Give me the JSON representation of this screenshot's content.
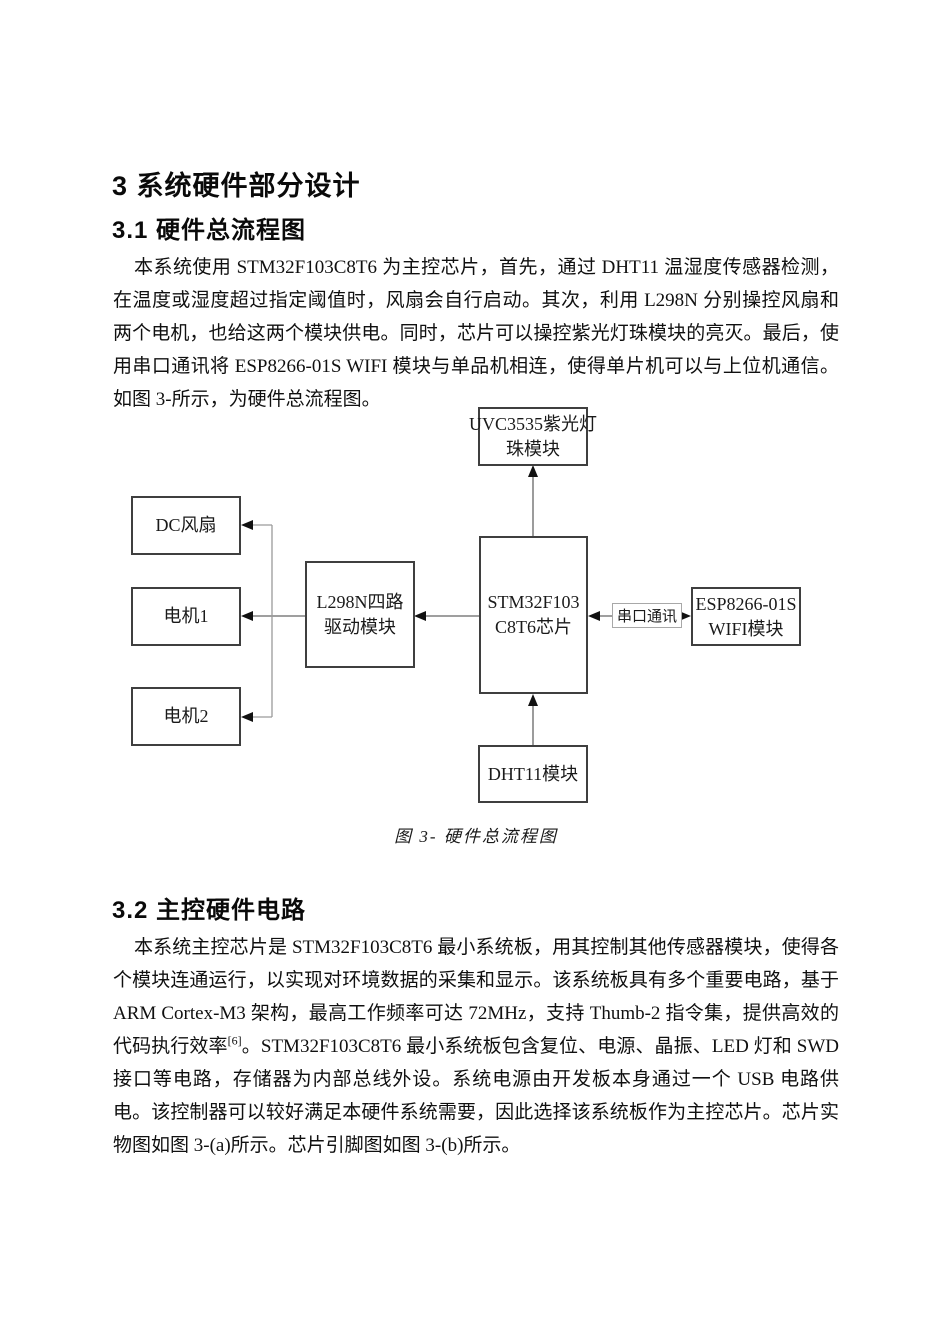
{
  "page": {
    "heading1": "3 系统硬件部分设计",
    "section1": {
      "heading": "3.1 硬件总流程图",
      "paragraph": "本系统使用 STM32F103C8T6 为主控芯片，首先，通过 DHT11 温湿度传感器检测，在温度或湿度超过指定阈值时，风扇会自行启动。其次，利用 L298N 分别操控风扇和两个电机，也给这两个模块供电。同时，芯片可以操控紫光灯珠模块的亮灭。最后，使用串口通讯将 ESP8266-01S WIFI 模块与单品机相连，使得单片机可以与上位机通信。如图 3-所示，为硬件总流程图。"
    },
    "diagram": {
      "boxes": {
        "uvc": {
          "line1": "UVC3535紫光灯",
          "line2": "珠模块"
        },
        "dcfan": {
          "line1": "DC风扇"
        },
        "motor1": {
          "line1": "电机1"
        },
        "motor2": {
          "line1": "电机2"
        },
        "l298n": {
          "line1": "L298N四路",
          "line2": "驱动模块"
        },
        "stm32": {
          "line1": "STM32F103",
          "line2": "C8T6芯片"
        },
        "esp": {
          "line1": "ESP8266-01S",
          "line2": "WIFI模块"
        },
        "dht11": {
          "line1": "DHT11模块"
        }
      },
      "serial_label": "串口通讯",
      "caption": "图 3- 硬件总流程图"
    },
    "section2": {
      "heading": "3.2 主控硬件电路",
      "para_before_sup": "本系统主控芯片是 STM32F103C8T6 最小系统板，用其控制其他传感器模块，使得各个模块连通运行，以实现对环境数据的采集和显示。该系统板具有多个重要电路，基于 ARM Cortex-M3 架构，最高工作频率可达 72MHz，支持 Thumb-2 指令集，提供高效的代码执行效率",
      "sup": "[6]",
      "para_after_sup": "。STM32F103C8T6 最小系统板包含复位、电源、晶振、LED 灯和 SWD 接口等电路，存储器为内部总线外设。系统电源由开发板本身通过一个 USB 电路供电。该控制器可以较好满足本硬件系统需要，因此选择该系统板作为主控芯片。芯片实物图如图 3-(a)所示。芯片引脚图如图 3-(b)所示。"
    },
    "colors": {
      "text": "#111111",
      "box_border": "#3f3f3f",
      "connector_line": "#666666",
      "arrowhead": "#111111",
      "background": "#ffffff"
    }
  }
}
